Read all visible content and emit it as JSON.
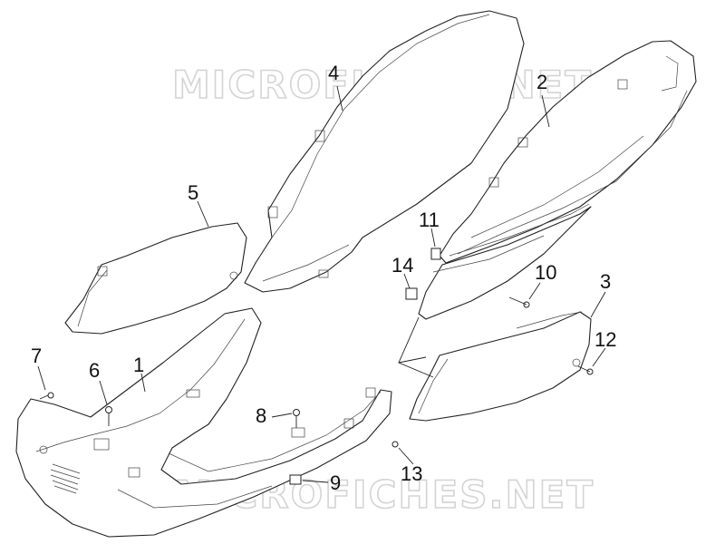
{
  "watermark": {
    "top": "MICROFICHES.NET",
    "bottom": "MICROFICHES.NET"
  },
  "callouts": {
    "c1": "1",
    "c2": "2",
    "c3": "3",
    "c4": "4",
    "c5": "5",
    "c6": "6",
    "c7": "7",
    "c8": "8",
    "c9": "9",
    "c10": "10",
    "c11": "11",
    "c12": "12",
    "c13": "13",
    "c14": "14"
  },
  "colors": {
    "line": "#222222",
    "watermark": "#d4d4d4",
    "background": "#ffffff"
  }
}
